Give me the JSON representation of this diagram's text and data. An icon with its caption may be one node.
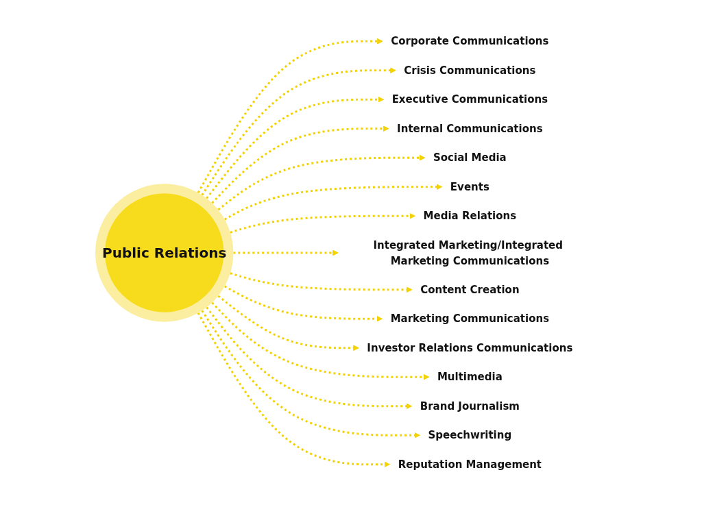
{
  "diagram": {
    "nodes": [
      {
        "text": [
          "Public Relations"
        ]
      },
      {
        "text": [
          "Corporate Communications"
        ]
      },
      {
        "text": [
          "Crisis Communications"
        ]
      },
      {
        "text": [
          "Executive Communications"
        ]
      },
      {
        "text": [
          "Internal Communications"
        ]
      },
      {
        "text": [
          "Social Media"
        ]
      },
      {
        "text": [
          "Events"
        ]
      },
      {
        "text": [
          "Media Relations"
        ]
      },
      {
        "text": [
          "Integrated Marketing/Integrated Marketing Communications"
        ]
      },
      {
        "text": [
          "Content Creation"
        ]
      },
      {
        "text": [
          "Marketing Communications"
        ]
      },
      {
        "text": [
          "Investor Relations Communications"
        ]
      },
      {
        "text": [
          "Multimedia"
        ]
      },
      {
        "text": [
          "Brand Journalism"
        ]
      },
      {
        "text": [
          "Speechwriting"
        ]
      },
      {
        "text": [
          "Reputation Management"
        ]
      }
    ],
    "edges": [
      {
        "from": 0,
        "to": 1,
        "arrow": "to",
        "style": "dashed"
      },
      {
        "from": 0,
        "to": 2,
        "arrow": "to",
        "style": "dashed"
      },
      {
        "from": 0,
        "to": 3,
        "arrow": "to",
        "style": "dashed"
      },
      {
        "from": 0,
        "to": 4,
        "arrow": "to",
        "style": "dashed"
      },
      {
        "from": 0,
        "to": 5,
        "arrow": "to",
        "style": "dashed"
      },
      {
        "from": 0,
        "to": 6,
        "arrow": "to",
        "style": "dashed"
      },
      {
        "from": 0,
        "to": 7,
        "arrow": "to",
        "style": "dashed"
      },
      {
        "from": 0,
        "to": 8,
        "arrow": "to",
        "style": "dashed"
      },
      {
        "from": 0,
        "to": 9,
        "arrow": "to",
        "style": "dashed"
      },
      {
        "from": 0,
        "to": 10,
        "arrow": "to",
        "style": "dashed"
      },
      {
        "from": 0,
        "to": 11,
        "arrow": "to",
        "style": "dashed"
      },
      {
        "from": 0,
        "to": 12,
        "arrow": "to",
        "style": "dashed"
      },
      {
        "from": 0,
        "to": 13,
        "arrow": "to",
        "style": "dashed"
      },
      {
        "from": 0,
        "to": 14,
        "arrow": "to",
        "style": "dashed"
      },
      {
        "from": 0,
        "to": 15,
        "arrow": "to",
        "style": "dashed"
      }
    ]
  }
}
